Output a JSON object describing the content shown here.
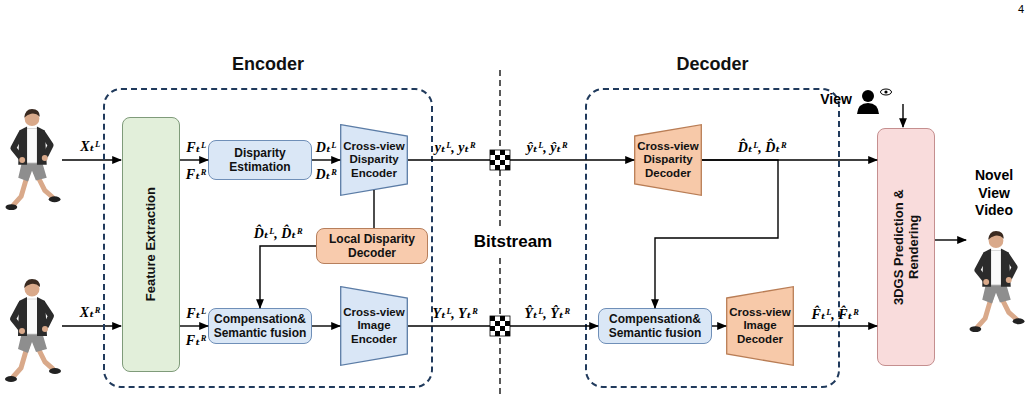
{
  "diagram": {
    "nodes": [
      {
        "text": [
          "Encoder"
        ]
      },
      {
        "text": [
          "Feature Extraction"
        ],
        "in": 0
      },
      {
        "text": [
          "Disparity Estimation"
        ],
        "in": 0
      },
      {
        "text": [
          "Cross-view Disparity Encoder"
        ],
        "in": 0
      },
      {
        "text": [
          "Local Disparity Decoder"
        ],
        "in": 0
      },
      {
        "text": [
          "Compensation& Semantic fusion"
        ],
        "in": 0
      },
      {
        "text": [
          "Cross-view Image Encoder"
        ],
        "in": 0
      },
      {
        "text": [
          "Decoder"
        ]
      },
      {
        "text": [
          "Cross-view Disparity Decoder"
        ],
        "in": 7
      },
      {
        "text": [
          "Compensation& Semantic fusion"
        ],
        "in": 7
      },
      {
        "text": [
          "Cross-view Image Decoder"
        ],
        "in": 7
      },
      {
        "text": [
          "3DGS Prediction & Rendering"
        ]
      }
    ],
    "edges": [
      {
        "from": 1,
        "to": 2,
        "arrow": "to"
      },
      {
        "from": 2,
        "to": 3,
        "arrow": "to"
      },
      {
        "from": 3,
        "to": 4,
        "arrow": "none"
      },
      {
        "from": 4,
        "to": 5,
        "arrow": "to"
      },
      {
        "from": 1,
        "to": 5,
        "arrow": "to"
      },
      {
        "from": 5,
        "to": 6,
        "arrow": "to"
      },
      {
        "from": 3,
        "to": 8,
        "arrow": "to"
      },
      {
        "from": 6,
        "to": 9,
        "arrow": "to"
      },
      {
        "from": 8,
        "to": 11,
        "arrow": "to"
      },
      {
        "from": 8,
        "to": 9,
        "arrow": "to"
      },
      {
        "from": 9,
        "to": 10,
        "arrow": "to"
      },
      {
        "from": 10,
        "to": 11,
        "arrow": "to"
      }
    ],
    "labels": [
      "4",
      "Xₜᴸ",
      "Xₜᴿ",
      "Fₜᴸ",
      "Fₜᴿ",
      "Dₜᴸ",
      "Dₜᴿ",
      "D̂ₜᴸ, D̂ₜᴿ",
      "Fₜᴸ",
      "Fₜᴿ",
      "yₜᴸ, yₜᴿ",
      "ŷₜᴸ, ŷₜᴿ",
      "Yₜᴸ, Yₜᴿ",
      "Ŷₜᴸ, Ŷₜᴿ",
      "Bitstream",
      "D̂ₜᴸ, D̂ₜᴿ",
      "F̂ₜᴸ, F̂ₜᴿ",
      "View",
      "Novel View Video"
    ]
  }
}
